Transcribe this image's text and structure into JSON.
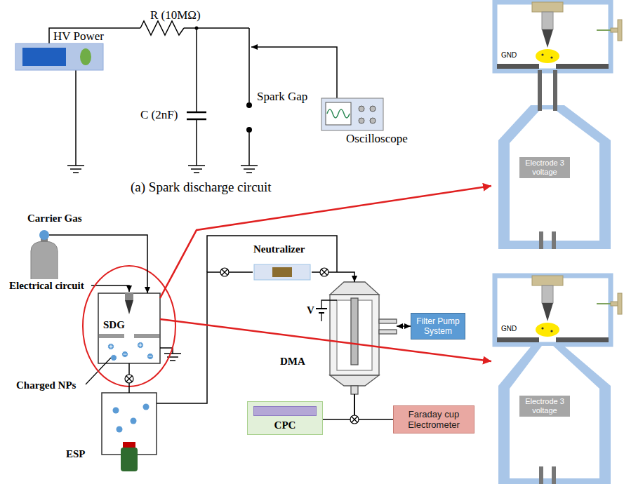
{
  "diagram": {
    "nodes": [
      {
        "text": [
          "HV Power"
        ]
      },
      {
        "text": [
          "Oscilloscope"
        ]
      },
      {
        "text": [
          "Carrier Gas"
        ]
      },
      {
        "text": [
          "SDG"
        ]
      },
      {
        "text": [
          "ESP"
        ]
      },
      {
        "text": [
          "Neutralizer"
        ]
      },
      {
        "text": [
          "DMA"
        ]
      },
      {
        "text": [
          "Filter Pump System"
        ]
      },
      {
        "text": [
          "CPC"
        ]
      },
      {
        "text": [
          "Faraday cup Electrometer"
        ]
      },
      {
        "text": [
          "GND",
          "Electrode 3 voltage"
        ]
      },
      {
        "text": [
          "GND",
          "Electrode 3 voltage"
        ]
      }
    ],
    "edges": [
      {
        "from": 2,
        "to": 3,
        "arrow": "to"
      },
      {
        "from": 3,
        "to": 4,
        "arrow": "none"
      },
      {
        "from": 4,
        "to": 5,
        "arrow": "none"
      },
      {
        "from": 5,
        "to": 6,
        "arrow": "to"
      },
      {
        "from": 6,
        "to": 7,
        "arrow": "both"
      },
      {
        "from": 6,
        "to": 8,
        "arrow": "none"
      },
      {
        "from": 6,
        "to": 9,
        "arrow": "none"
      },
      {
        "from": 3,
        "to": 10,
        "arrow": "to"
      },
      {
        "from": 3,
        "to": 11,
        "arrow": "to"
      }
    ],
    "labels": [
      "R (10MΩ)",
      "C (2nF)",
      "Spark Gap",
      "(a) Spark discharge circuit",
      "Electrical circuit",
      "Charged NPs",
      "V"
    ]
  }
}
